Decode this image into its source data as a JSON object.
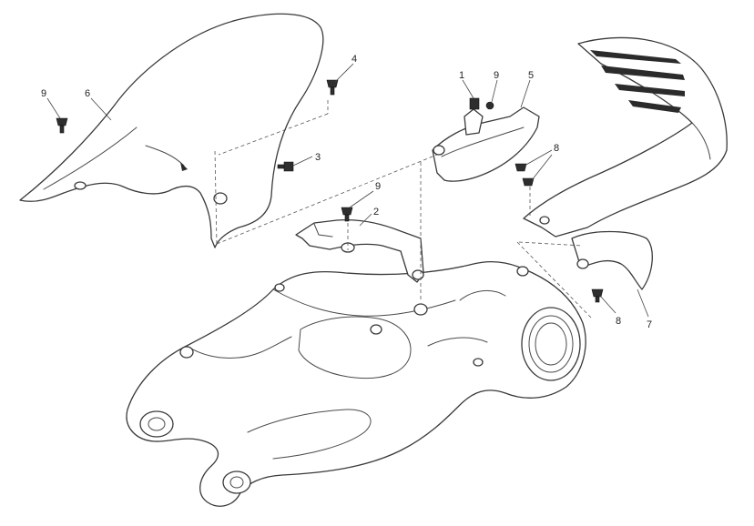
{
  "diagram": {
    "callouts": [
      {
        "id": "c9a",
        "text": "9"
      },
      {
        "id": "c6a",
        "text": "6"
      },
      {
        "id": "c4",
        "text": "4"
      },
      {
        "id": "c3",
        "text": "3"
      },
      {
        "id": "c9b",
        "text": "9"
      },
      {
        "id": "c2",
        "text": "2"
      },
      {
        "id": "c1",
        "text": "1"
      },
      {
        "id": "c9c",
        "text": "9"
      },
      {
        "id": "c5",
        "text": "5"
      },
      {
        "id": "c8a",
        "text": "8"
      },
      {
        "id": "c8b",
        "text": "8"
      },
      {
        "id": "c7",
        "text": "7"
      }
    ]
  }
}
